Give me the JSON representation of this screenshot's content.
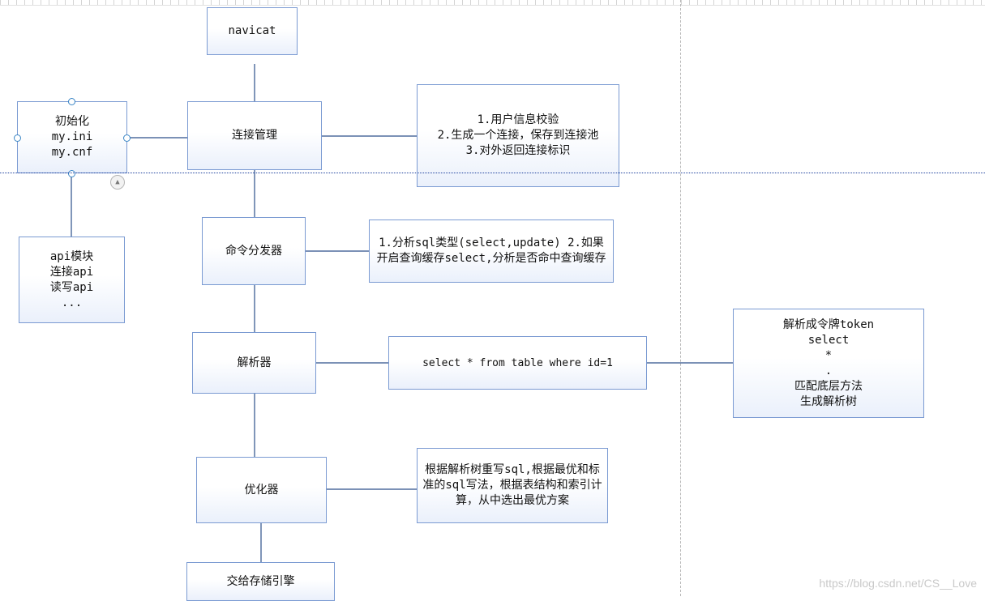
{
  "nodes": {
    "navicat": "navicat",
    "init": "初始化\nmy.ini\nmy.cnf",
    "connection_manager": "连接管理",
    "connection_notes": "1.用户信息校验\n2.生成一个连接，保存到连接池\n3.对外返回连接标识",
    "api_module": "api模块\n连接api\n读写api\n...",
    "command_dispatcher": "命令分发器",
    "dispatcher_notes": "1.分析sql类型(select,update)\n2.如果开启查询缓存select,分析是否命中查询缓存",
    "parser": "解析器",
    "sql_example": "select * from table where id=1",
    "parse_tokens": "解析成令牌token\nselect\n*\n.\n匹配底层方法\n生成解析树",
    "optimizer": "优化器",
    "optimizer_notes": "根据解析树重写sql,根据最优和标准的sql写法，根据表结构和索引计算，从中选出最优方案",
    "storage_engine": "交给存储引擎"
  },
  "watermark": "https://blog.csdn.net/CS__Love",
  "colors": {
    "node_border": "#7a9ad2",
    "connector": "#2c4f8a",
    "selection_handle": "#3b86c6"
  },
  "icons": {
    "rotate_handle": "triangle-up-icon"
  }
}
